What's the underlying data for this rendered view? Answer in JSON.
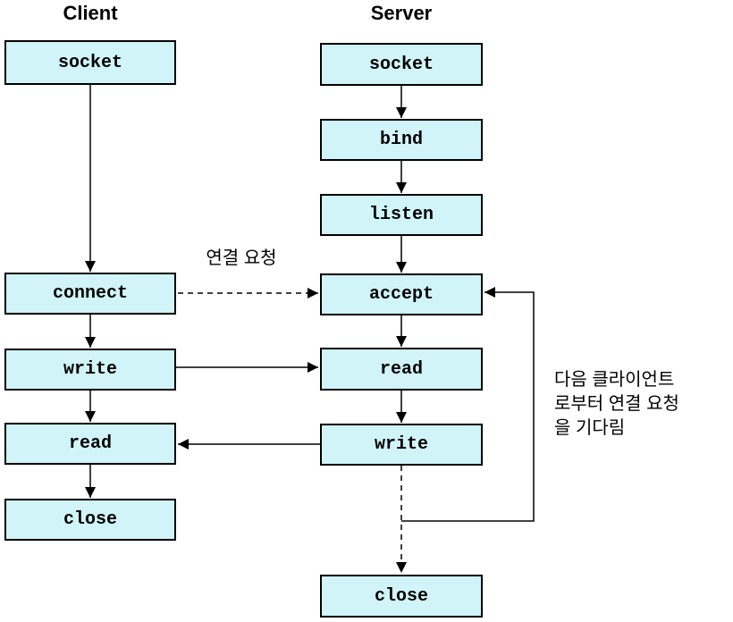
{
  "diagram": {
    "client": {
      "title": "Client",
      "steps": [
        "socket",
        "connect",
        "write",
        "read",
        "close"
      ]
    },
    "server": {
      "title": "Server",
      "steps": [
        "socket",
        "bind",
        "listen",
        "accept",
        "read",
        "write",
        "close"
      ]
    },
    "annotations": {
      "connection_request": "연결 요청",
      "wait_next_client_lines": [
        "다음 클라이언트",
        "로부터 연결 요청",
        "을 기다림"
      ]
    },
    "colors": {
      "box_fill": "#d0f4f8",
      "box_border": "#000000",
      "line": "#000000",
      "text": "#000000",
      "background": "#ffffff"
    }
  }
}
